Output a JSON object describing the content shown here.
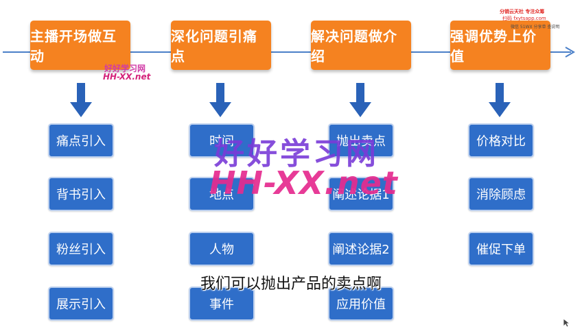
{
  "headers": [
    "主播开场做互动",
    "深化问题引痛点",
    "解决问题做介绍",
    "强调优势上价值"
  ],
  "columns": [
    [
      "痛点引入",
      "背书引入",
      "粉丝引入",
      "展示引入"
    ],
    [
      "时间",
      "地点",
      "人物",
      "事件"
    ],
    [
      "抛出卖点",
      "阐述论据1",
      "阐述论据2",
      "应用价值"
    ],
    [
      "价格对比",
      "消除顾虑",
      "催促下单"
    ]
  ],
  "watermark": {
    "big_cn": "好好学习网",
    "big_en": "HH-XX.net",
    "small_cn": "好好学习网",
    "small_en": "HH-XX.net",
    "corner_line1": "分销云天社 专注众筹",
    "corner_line2": "扫码 fxytsapp.com",
    "corner_line3": "微信 51WX 分享单 查说明"
  },
  "subtitle": "我们可以抛出产品的卖点啊",
  "colors": {
    "header_bg": "#f58220",
    "step_bg": "#2f6ec9",
    "arrow": "#2a62b8",
    "line": "#4a7fc8"
  }
}
